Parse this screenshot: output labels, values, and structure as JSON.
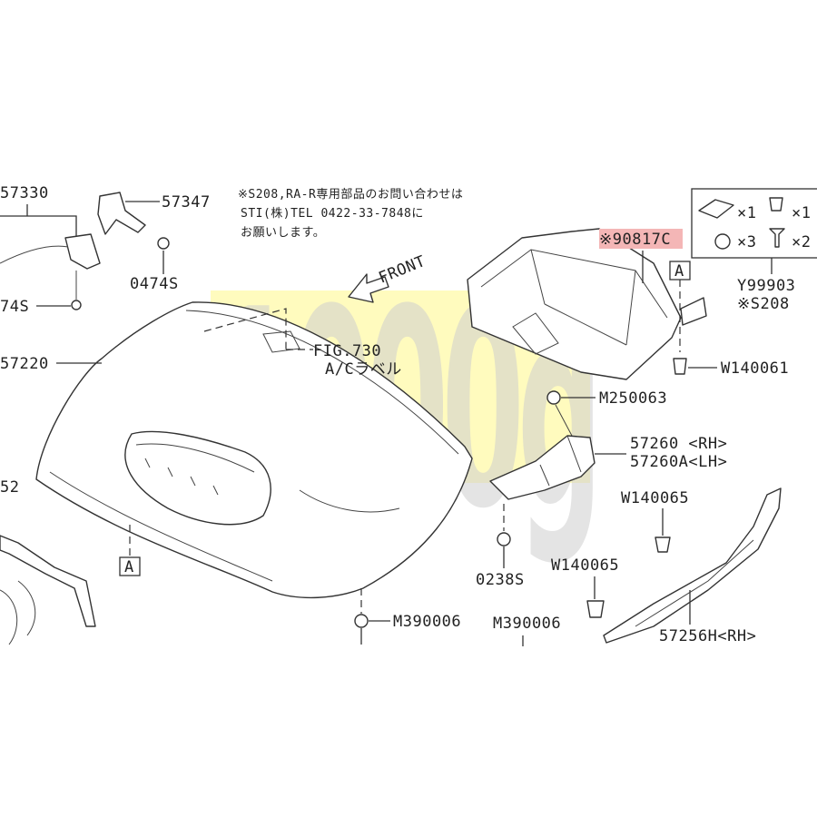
{
  "colors": {
    "highlight": "#f4b6b6",
    "watermark_yellow": "#fffaa8",
    "watermark_gray": "#d8d8d8",
    "line": "#333333"
  },
  "note": {
    "line1": "※S208,RA-R専用部品のお問い合わせは",
    "line2": "STI(株)TEL 0422-33-7848に",
    "line3": "お願いします。"
  },
  "watermark": "1000g",
  "front_label": "FRONT",
  "fig_ref": {
    "line1": "FIG.730",
    "line2": "A/Cラベル"
  },
  "ref_mark": "A",
  "kit": {
    "qty1": "×1",
    "qty2": "×1",
    "qty3": "×3",
    "qty4": "×2",
    "part": "Y99903",
    "sub": "※S208"
  },
  "parts": {
    "p57330": "57330",
    "p57347": "57347",
    "p0474s_a": "0474S",
    "p0474s_b": "74S",
    "p57220": "57220",
    "p52": "52",
    "p90817c": "※90817C",
    "w140061": "W140061",
    "m250063": "M250063",
    "p57260": "57260 <RH>",
    "p57260a": "57260A<LH>",
    "w140065_a": "W140065",
    "w140065_b": "W140065",
    "p0238s": "0238S",
    "m390006_a": "M390006",
    "m390006_b": "M390006",
    "p57256h": "57256H<RH>"
  }
}
